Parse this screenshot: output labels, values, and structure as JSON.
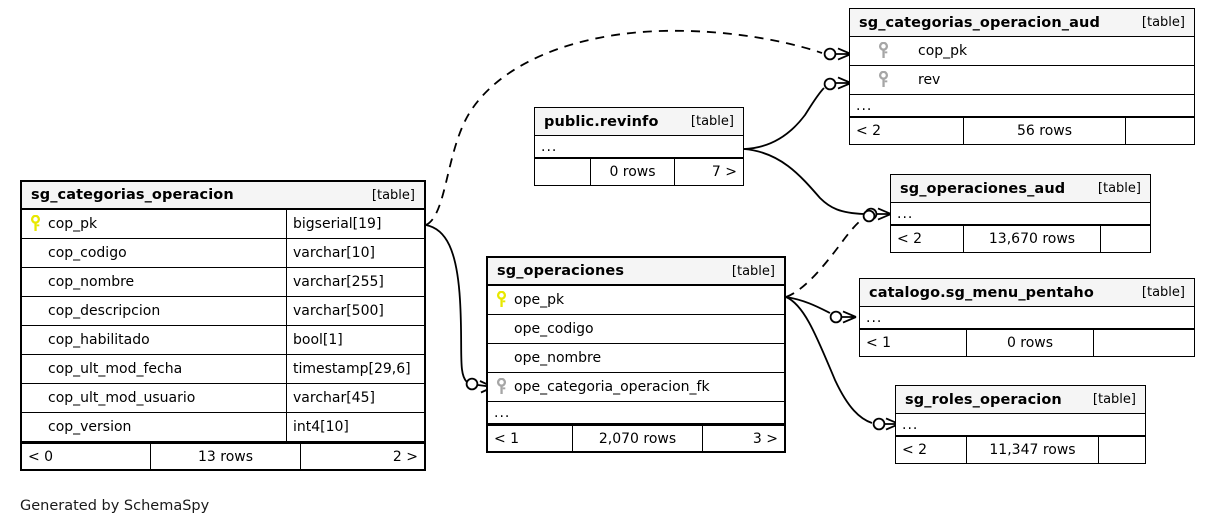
{
  "diagram": {
    "credit": "Generated by SchemaSpy",
    "table_tag": "[table]",
    "ellipsis": "...",
    "colors": {
      "pk_key": "#e8e800",
      "fk_key": "#a6a6a6",
      "header_bg": "#f5f5f5",
      "border": "#000000",
      "edge": "#000000",
      "background": "#ffffff"
    }
  },
  "tables": [
    {
      "id": "sg_categorias_operacion",
      "name": "sg_categorias_operacion",
      "tag": "[table]",
      "columns": [
        {
          "name": "cop_pk",
          "type": "bigserial[19]",
          "key": "primary"
        },
        {
          "name": "cop_codigo",
          "type": "varchar[10]",
          "key": "none"
        },
        {
          "name": "cop_nombre",
          "type": "varchar[255]",
          "key": "none"
        },
        {
          "name": "cop_descripcion",
          "type": "varchar[500]",
          "key": "none"
        },
        {
          "name": "cop_habilitado",
          "type": "bool[1]",
          "key": "none"
        },
        {
          "name": "cop_ult_mod_fecha",
          "type": "timestamp[29,6]",
          "key": "none"
        },
        {
          "name": "cop_ult_mod_usuario",
          "type": "varchar[45]",
          "key": "none"
        },
        {
          "name": "cop_version",
          "type": "int4[10]",
          "key": "none"
        }
      ],
      "has_ellipsis_row": false,
      "footer": {
        "left": "< 0",
        "middle": "13 rows",
        "right": "2 >"
      }
    },
    {
      "id": "public_revinfo",
      "name": "public.revinfo",
      "tag": "[table]",
      "columns": [],
      "has_ellipsis_row": true,
      "footer": {
        "left": "",
        "middle": "0 rows",
        "right": "7 >"
      }
    },
    {
      "id": "sg_operaciones",
      "name": "sg_operaciones",
      "tag": "[table]",
      "columns": [
        {
          "name": "ope_pk",
          "type": "",
          "key": "primary"
        },
        {
          "name": "ope_codigo",
          "type": "",
          "key": "none"
        },
        {
          "name": "ope_nombre",
          "type": "",
          "key": "none"
        },
        {
          "name": "ope_categoria_operacion_fk",
          "type": "",
          "key": "foreign"
        }
      ],
      "has_ellipsis_row": true,
      "footer": {
        "left": "< 1",
        "middle": "2,070 rows",
        "right": "3 >"
      }
    },
    {
      "id": "sg_categorias_operacion_aud",
      "name": "sg_categorias_operacion_aud",
      "tag": "[table]",
      "columns": [
        {
          "name": "cop_pk",
          "type": "",
          "key": "foreign"
        },
        {
          "name": "rev",
          "type": "",
          "key": "foreign"
        }
      ],
      "has_ellipsis_row": true,
      "footer": {
        "left": "< 2",
        "middle": "56 rows",
        "right": ""
      }
    },
    {
      "id": "sg_operaciones_aud",
      "name": "sg_operaciones_aud",
      "tag": "[table]",
      "columns": [],
      "has_ellipsis_row": true,
      "footer": {
        "left": "< 2",
        "middle": "13,670 rows",
        "right": ""
      }
    },
    {
      "id": "catalogo_sg_menu_pentaho",
      "name": "catalogo.sg_menu_pentaho",
      "tag": "[table]",
      "columns": [],
      "has_ellipsis_row": true,
      "footer": {
        "left": "< 1",
        "middle": "0 rows",
        "right": ""
      }
    },
    {
      "id": "sg_roles_operacion",
      "name": "sg_roles_operacion",
      "tag": "[table]",
      "columns": [],
      "has_ellipsis_row": true,
      "footer": {
        "left": "< 2",
        "middle": "11,347 rows",
        "right": ""
      }
    }
  ],
  "relationships": [
    {
      "from": "sg_categorias_operacion.cop_pk",
      "to": "sg_categorias_operacion_aud.cop_pk",
      "style": "dashed"
    },
    {
      "from": "sg_categorias_operacion.cop_pk",
      "to": "sg_operaciones.ope_categoria_operacion_fk",
      "style": "solid"
    },
    {
      "from": "public.revinfo",
      "to": "sg_categorias_operacion_aud.rev",
      "style": "solid"
    },
    {
      "from": "public.revinfo",
      "to": "sg_operaciones_aud",
      "style": "solid"
    },
    {
      "from": "sg_operaciones",
      "to": "sg_operaciones_aud",
      "style": "dashed"
    },
    {
      "from": "sg_operaciones",
      "to": "catalogo.sg_menu_pentaho",
      "style": "solid"
    },
    {
      "from": "sg_operaciones",
      "to": "sg_roles_operacion",
      "style": "solid"
    }
  ]
}
